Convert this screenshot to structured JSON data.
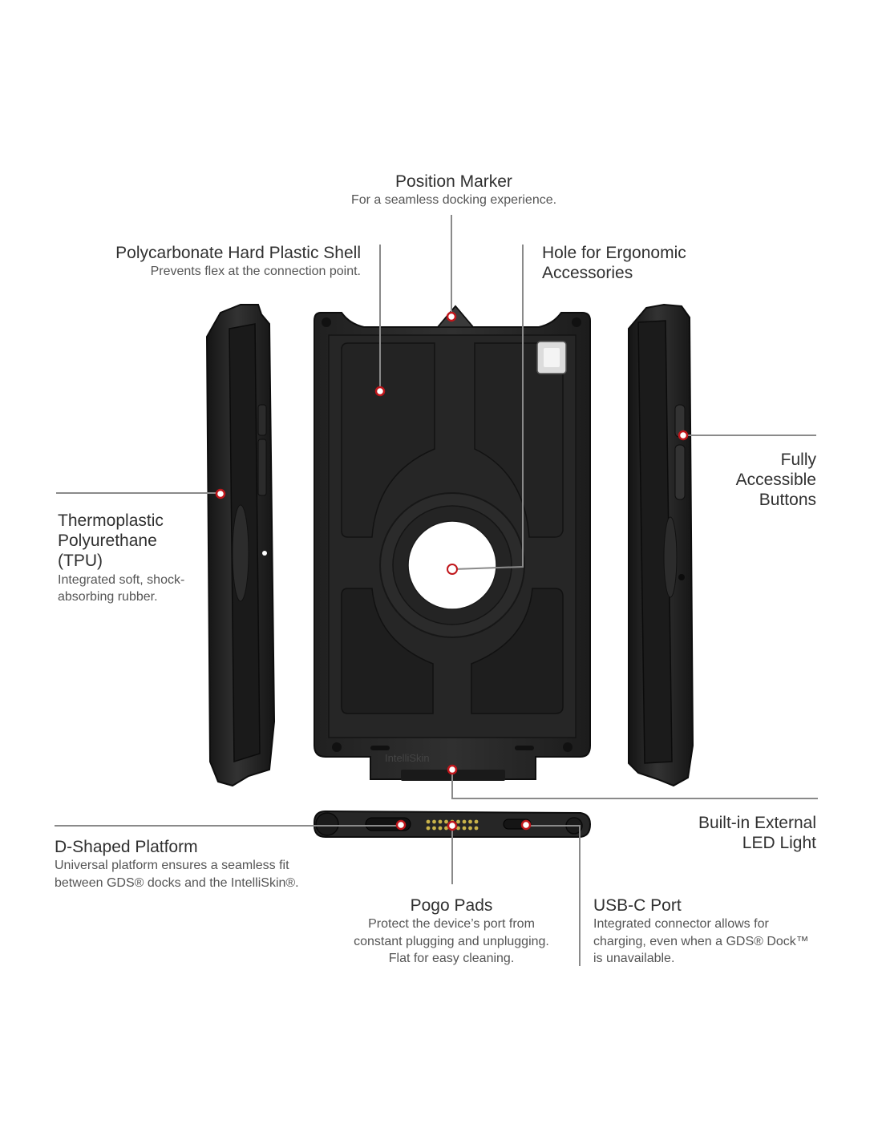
{
  "colors": {
    "case_body": "#2a2a2a",
    "case_panel": "#1f1f1f",
    "case_edge": "#111111",
    "leader_line": "#8a8a8a",
    "callout_ring": "#c0161b",
    "pogo_pad": "#c9b34a"
  },
  "callouts": {
    "position_marker": {
      "title": "Position Marker",
      "desc": "For a seamless docking experience."
    },
    "hard_shell": {
      "title": "Polycarbonate Hard Plastic Shell",
      "desc": "Prevents flex at the connection point."
    },
    "ergonomic_hole": {
      "title_line1": "Hole for Ergonomic",
      "title_line2": "Accessories"
    },
    "buttons": {
      "title_line1": "Fully",
      "title_line2": "Accessible",
      "title_line3": "Buttons"
    },
    "tpu": {
      "title_line1": "Thermoplastic",
      "title_line2": "Polyurethane",
      "title_line3": "(TPU)",
      "desc_line1": "Integrated soft, shock-",
      "desc_line2": "absorbing rubber."
    },
    "led": {
      "title_line1": "Built-in External",
      "title_line2": "LED Light"
    },
    "d_platform": {
      "title": "D-Shaped Platform",
      "desc_line1": "Universal platform ensures a seamless fit",
      "desc_line2": "between GDS® docks and the IntelliSkin®."
    },
    "pogo": {
      "title": "Pogo Pads",
      "desc_line1": "Protect the device’s port from",
      "desc_line2": "constant plugging and unplugging.",
      "desc_line3": "Flat for easy cleaning."
    },
    "usbc": {
      "title": "USB-C Port",
      "desc_line1": "Integrated connector allows for",
      "desc_line2": "charging, even when a GDS® Dock™",
      "desc_line3": "is unavailable."
    }
  },
  "case_brand_text": "IntelliSkin"
}
